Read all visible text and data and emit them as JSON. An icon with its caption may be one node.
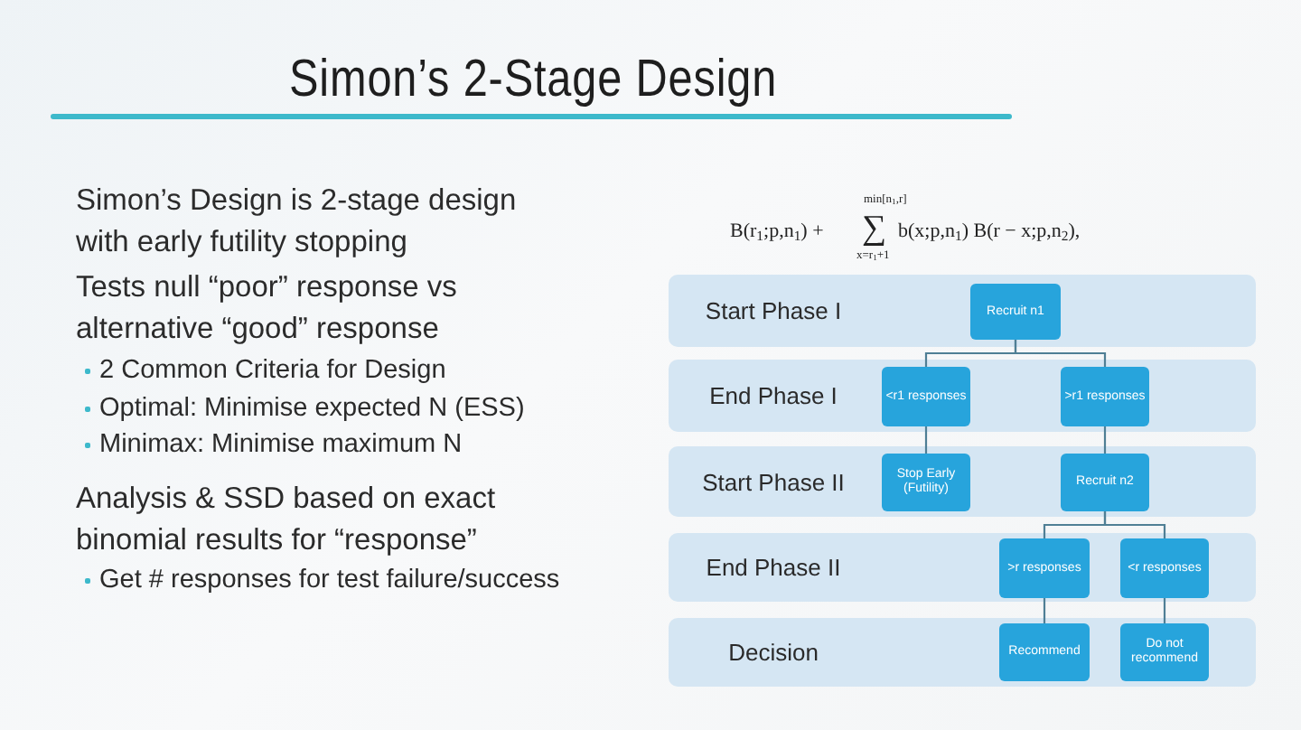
{
  "diagram": {
    "title": "Simon’s 2-Stage Design",
    "nodes": [
      {
        "text": [
          "Start Phase I"
        ]
      },
      {
        "text": [
          "Recruit n1"
        ],
        "in": 0
      },
      {
        "text": [
          "End Phase I"
        ]
      },
      {
        "text": [
          "<r1 responses"
        ],
        "in": 2
      },
      {
        "text": [
          ">r1 responses"
        ],
        "in": 2
      },
      {
        "text": [
          "Start Phase II"
        ]
      },
      {
        "text": [
          "Stop Early (Futility)"
        ],
        "in": 5
      },
      {
        "text": [
          "Recruit n2"
        ],
        "in": 5
      },
      {
        "text": [
          "End Phase II"
        ]
      },
      {
        "text": [
          ">r responses"
        ],
        "in": 8
      },
      {
        "text": [
          "<r responses"
        ],
        "in": 8
      },
      {
        "text": [
          "Decision"
        ]
      },
      {
        "text": [
          "Recommend"
        ],
        "in": 11
      },
      {
        "text": [
          "Do not recommend"
        ],
        "in": 11
      }
    ],
    "edges": [
      {
        "from": 1,
        "to": 3,
        "arrow": "none"
      },
      {
        "from": 1,
        "to": 4,
        "arrow": "none"
      },
      {
        "from": 3,
        "to": 6,
        "arrow": "none"
      },
      {
        "from": 4,
        "to": 7,
        "arrow": "none"
      },
      {
        "from": 7,
        "to": 9,
        "arrow": "none"
      },
      {
        "from": 7,
        "to": 10,
        "arrow": "none"
      },
      {
        "from": 9,
        "to": 12,
        "arrow": "none"
      },
      {
        "from": 10,
        "to": 13,
        "arrow": "none"
      }
    ],
    "labels": [
      "Simon’s Design is 2-stage design with early futility stopping",
      "Tests null “poor” response vs alternative “good” response",
      "2 Common Criteria for Design",
      "Optimal: Minimise expected N (ESS)",
      "Minimax: Minimise maximum N",
      "Analysis & SSD based on exact binomial results for “response”",
      "Get # responses for test failure/success",
      "min[n$_{1}$,r]",
      "B(r$_{1}$;p,n$_{1}$) +",
      "∑",
      "b(x;p,n$_{1}$) B(r − x;p,n$_{2}$),",
      "x=r$_{1}$+1"
    ]
  }
}
